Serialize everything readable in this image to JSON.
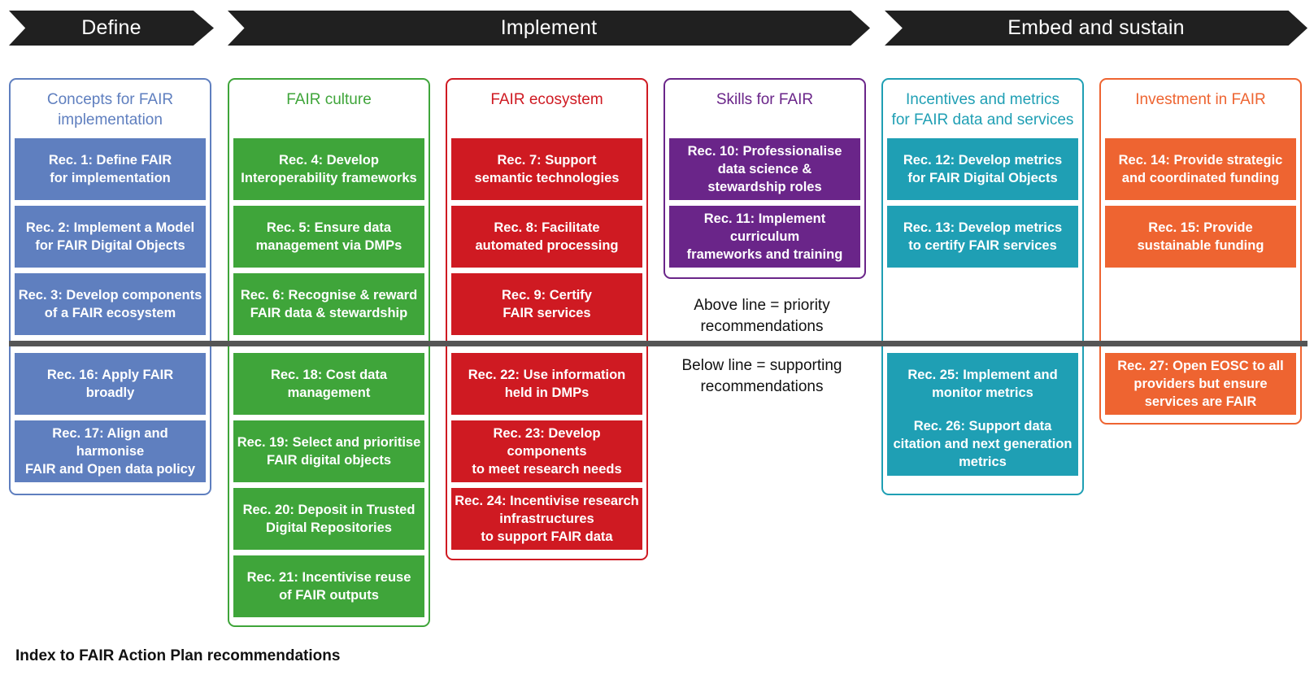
{
  "phases": {
    "define": "Define",
    "implement": "Implement",
    "embed": "Embed and sustain"
  },
  "colors": {
    "concepts": "#5f7fbf",
    "culture": "#3fa53a",
    "ecosystem": "#cf1a22",
    "skills": "#6a2589",
    "incentives": "#1f9fb4",
    "investment": "#ee6431"
  },
  "columns": {
    "concepts": {
      "title": "Concepts for FAIR\nimplementation",
      "recs": [
        "Rec. 1: Define FAIR\nfor implementation",
        "Rec. 2: Implement a Model\nfor FAIR Digital Objects",
        "Rec. 3: Develop components\nof a FAIR ecosystem",
        "Rec. 16: Apply FAIR\nbroadly",
        "Rec. 17: Align and harmonise\nFAIR and Open data policy"
      ]
    },
    "culture": {
      "title": "FAIR culture",
      "recs": [
        "Rec. 4: Develop\nInteroperability frameworks",
        "Rec. 5: Ensure data\nmanagement via DMPs",
        "Rec. 6: Recognise & reward\nFAIR data & stewardship",
        "Rec. 18: Cost data\nmanagement",
        "Rec. 19: Select and prioritise\nFAIR digital objects",
        "Rec. 20: Deposit in Trusted\nDigital Repositories",
        "Rec. 21: Incentivise reuse\nof FAIR outputs"
      ]
    },
    "ecosystem": {
      "title": "FAIR ecosystem",
      "recs": [
        "Rec. 7: Support\nsemantic technologies",
        "Rec. 8: Facilitate\nautomated processing",
        "Rec. 9: Certify\nFAIR services",
        "Rec. 22: Use information\nheld in DMPs",
        "Rec. 23: Develop components\nto meet research needs",
        "Rec. 24: Incentivise research\ninfrastructures\nto support FAIR data"
      ]
    },
    "skills": {
      "title": "Skills for FAIR",
      "recs": [
        "Rec. 10: Professionalise\ndata science &\nstewardship roles",
        "Rec. 11: Implement\ncurriculum\nframeworks and training"
      ]
    },
    "incentives": {
      "title": "Incentives and metrics\nfor FAIR data and services",
      "recs": [
        "Rec. 12: Develop metrics\nfor FAIR Digital Objects",
        "Rec. 13: Develop metrics\nto certify FAIR services",
        "Rec. 25: Implement and\nmonitor metrics",
        "Rec. 26: Support data\ncitation and next generation\nmetrics"
      ]
    },
    "investment": {
      "title": "Investment in FAIR",
      "recs": [
        "Rec. 14: Provide strategic\nand coordinated funding",
        "Rec. 15: Provide\nsustainable funding",
        "Rec. 27: Open EOSC to all\nproviders but ensure\nservices are FAIR"
      ]
    }
  },
  "notes": {
    "above": "Above line = priority\nrecommendations",
    "below": "Below line = supporting\nrecommendations"
  },
  "caption": "Index to FAIR Action Plan recommendations"
}
